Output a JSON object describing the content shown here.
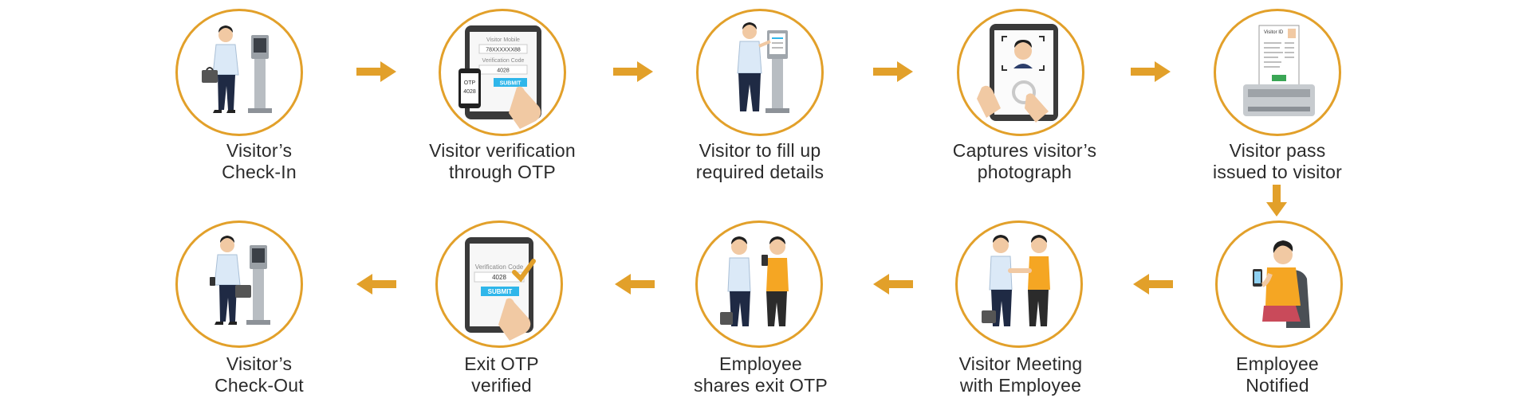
{
  "steps": [
    {
      "id": "check-in",
      "line1": "Visitor’s",
      "line2": "Check-In",
      "icon": "visitor-kiosk-icon"
    },
    {
      "id": "otp-verification",
      "line1": "Visitor verification",
      "line2": "through OTP",
      "icon": "otp-tablet-icon",
      "screen": {
        "title": "Visitor Mobile",
        "mobile": "78XXXXXX88",
        "code_label": "Verification Code",
        "code": "4028",
        "submit": "SUBMIT",
        "phone_otp_label": "OTP",
        "phone_otp_value": "4028"
      }
    },
    {
      "id": "fill-details",
      "line1": "Visitor to fill up",
      "line2": "required details",
      "icon": "kiosk-form-icon"
    },
    {
      "id": "capture-photo",
      "line1": "Captures visitor’s",
      "line2": "photograph",
      "icon": "camera-tablet-icon"
    },
    {
      "id": "pass-issued",
      "line1": "Visitor pass",
      "line2": "issued to visitor",
      "icon": "pass-printer-icon",
      "pass": {
        "title": "Visitor ID"
      }
    },
    {
      "id": "employee-notified",
      "line1": "Employee",
      "line2": "Notified",
      "icon": "employee-phone-icon"
    },
    {
      "id": "meeting",
      "line1": "Visitor Meeting",
      "line2": "with Employee",
      "icon": "handshake-icon"
    },
    {
      "id": "exit-otp",
      "line1": "Employee",
      "line2": "shares exit OTP",
      "icon": "share-otp-icon"
    },
    {
      "id": "exit-verified",
      "line1": "Exit OTP",
      "line2": "verified",
      "icon": "otp-verified-tablet-icon",
      "screen": {
        "code_label": "Verification Code",
        "code": "4028",
        "submit": "SUBMIT"
      }
    },
    {
      "id": "check-out",
      "line1": "Visitor’s",
      "line2": "Check-Out",
      "icon": "visitor-checkout-icon"
    }
  ],
  "colors": {
    "accent": "#e2a02a",
    "text": "#2b2b2b",
    "orange_shirt": "#f5a623",
    "shirt_blue": "#dbe9f7",
    "screen_button": "#2fb6ea"
  }
}
